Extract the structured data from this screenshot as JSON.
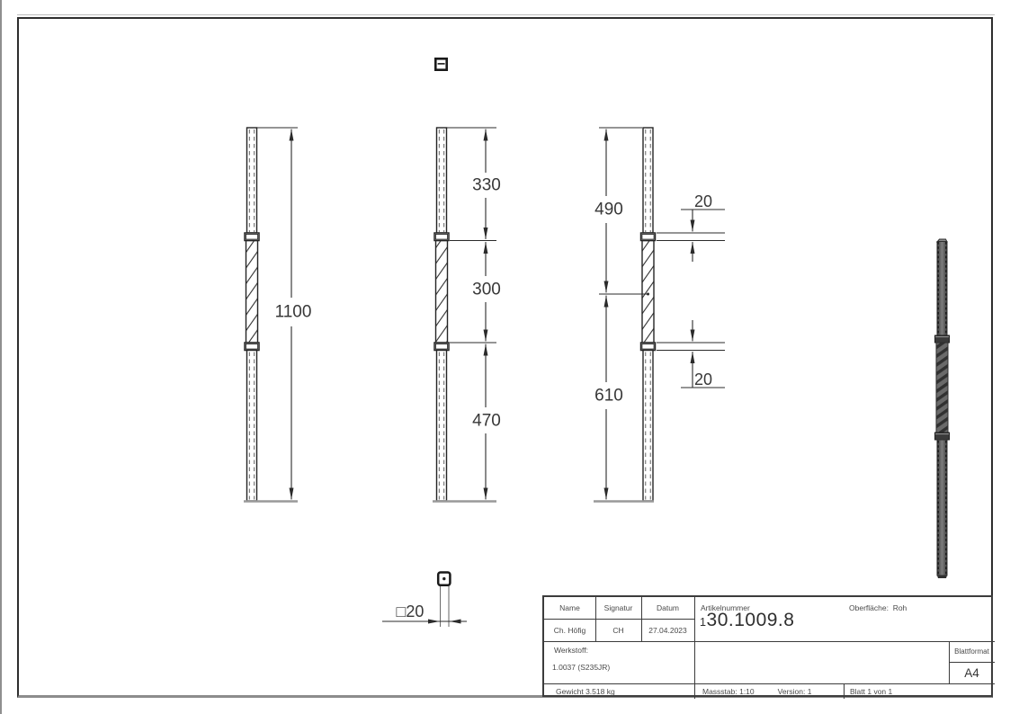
{
  "dimensions": {
    "overall": "1100",
    "section_top": "330",
    "section_middle": "300",
    "section_bottom": "470",
    "top_to_mid": "490",
    "mid_to_bottom": "610",
    "collar_top_height": "20",
    "collar_bottom_height": "20",
    "profile": "□20"
  },
  "title_block": {
    "headers": {
      "name": "Name",
      "signatur": "Signatur",
      "datum": "Datum",
      "artikelnummer": "Artikelnummer",
      "oberflaeche_label": "Oberfläche:",
      "oberflaeche_value": "Roh"
    },
    "values": {
      "name": "Ch. Höfig",
      "signatur": "CH",
      "datum": "27.04.2023",
      "artikelnummer": "130.1009.8"
    },
    "werkstoff_label": "Werkstoff:",
    "werkstoff_value": "1.0037 (S235JR)",
    "blattformat_label": "Blattformat",
    "blattformat_value": "A4",
    "gewicht": "Gewicht 3.518 kg",
    "massstab": "Massstab: 1:10",
    "version": "Version: 1",
    "blatt": "Blatt 1 von 1"
  },
  "colors": {
    "drawing_line": "#2b2b2b",
    "dimension_text": "#383838",
    "baseline_gray": "#999999",
    "table_line": "#3c3c3c",
    "steel_dark": "#3d3d3d",
    "steel_light": "#7d7d7d"
  }
}
